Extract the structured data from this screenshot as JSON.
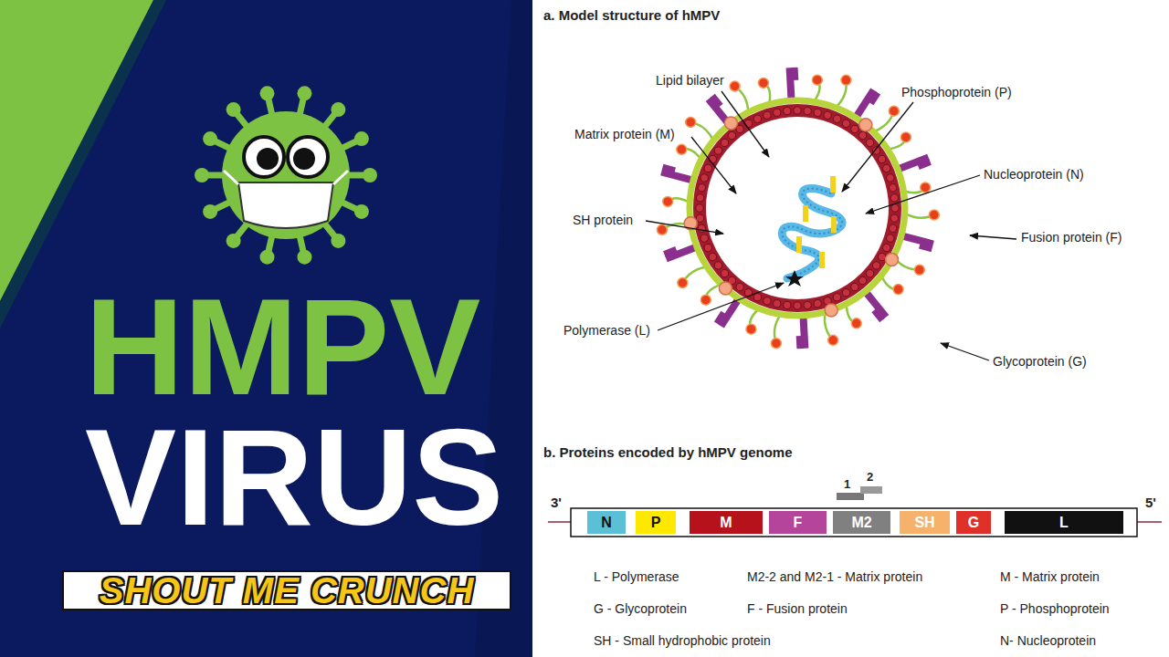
{
  "diagram": {
    "nodes": [
      {
        "text": [
          "SHOUT ME CRUNCH"
        ]
      },
      {
        "text": [
          "N"
        ]
      },
      {
        "text": [
          "P"
        ]
      },
      {
        "text": [
          "M"
        ]
      },
      {
        "text": [
          "F"
        ]
      },
      {
        "text": [
          "M2"
        ]
      },
      {
        "text": [
          "SH"
        ]
      },
      {
        "text": [
          "G"
        ]
      },
      {
        "text": [
          "L"
        ]
      }
    ],
    "labels": [
      "HMPV",
      "VIRUS",
      "a. Model structure of hMPV",
      "Lipid bilayer",
      "Phosphoprotein (P)",
      "Matrix protein (M)",
      "Nucleoprotein (N)",
      "SH protein",
      "Fusion protein (F)",
      "Polymerase (L)",
      "Glycoprotein (G)",
      "b. Proteins encoded by hMPV genome",
      "3'",
      "5'",
      "1",
      "2",
      "L - Polymerase",
      "M2-2 and M2-1 - Matrix protein",
      "M - Matrix protein",
      "G - Glycoprotein",
      "F - Fusion protein",
      "P - Phosphoprotein",
      "SH - Small hydrophobic protein",
      "N- Nucleoprotein"
    ]
  }
}
